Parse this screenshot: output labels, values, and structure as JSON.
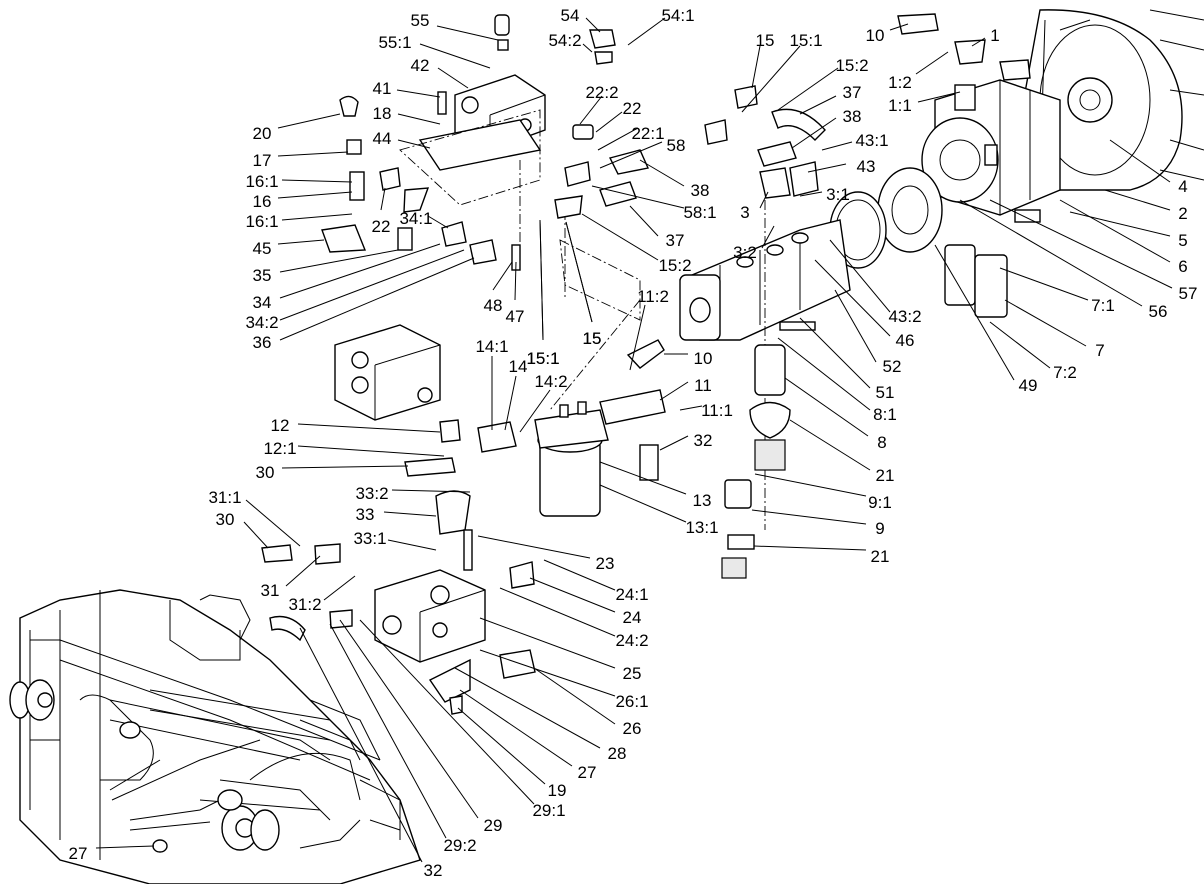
{
  "diagram": {
    "labels": [
      "55",
      "54",
      "54:1",
      "54:2",
      "55:1",
      "42",
      "41",
      "18",
      "44",
      "20",
      "17",
      "16:1",
      "16",
      "16:1",
      "45",
      "22:2",
      "22",
      "22:1",
      "58",
      "38",
      "58:1",
      "37",
      "15:2",
      "15",
      "15:1",
      "22",
      "35",
      "34:1",
      "34",
      "34:2",
      "36",
      "48",
      "47",
      "15:1",
      "15",
      "15",
      "15:1",
      "15:2",
      "37",
      "38",
      "43:1",
      "43",
      "3:1",
      "3",
      "3:2",
      "10",
      "1",
      "1:2",
      "1:1",
      "4",
      "2",
      "5",
      "6",
      "57",
      "56",
      "7:1",
      "7",
      "7:2",
      "49",
      "43:2",
      "46",
      "52",
      "51",
      "8:1",
      "8",
      "21",
      "9:1",
      "9",
      "21",
      "11:2",
      "10",
      "11",
      "11:1",
      "32",
      "14:1",
      "14",
      "14:2",
      "12",
      "12:1",
      "30",
      "13",
      "13:1",
      "33:2",
      "33",
      "33:1",
      "23",
      "24:1",
      "24",
      "24:2",
      "25",
      "31:1",
      "30",
      "31",
      "31:2",
      "26:1",
      "26",
      "28",
      "27",
      "19",
      "29:1",
      "29",
      "29:2",
      "32",
      "27"
    ]
  }
}
